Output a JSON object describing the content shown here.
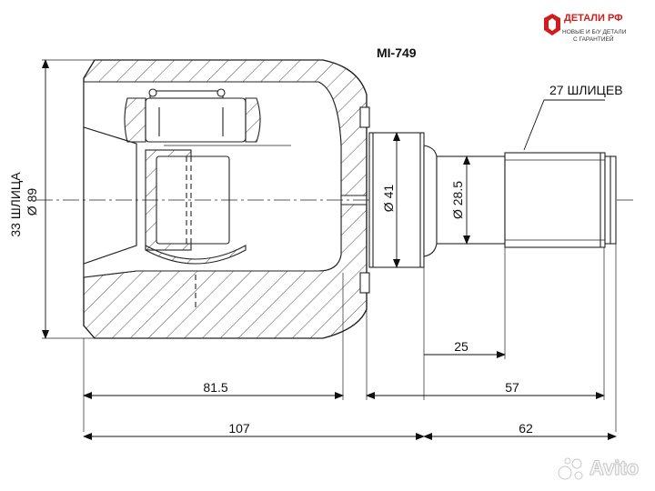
{
  "brand": {
    "name": "ДЕТАЛИ РФ",
    "tagline_1": "НОВЫЕ И Б/У ДЕТАЛИ",
    "tagline_2": "С ГАРАНТИЕЙ"
  },
  "part_number": "MI-749",
  "callouts": {
    "outer_splines": "33 ШЛИЦА",
    "inner_splines": "27 ШЛИЦЕВ"
  },
  "dimensions": {
    "body_diameter": "Ø 89",
    "neck_diameter": "Ø 41",
    "shaft_diameter": "Ø 28.5",
    "shaft_spline_length": "25",
    "body_length": "81.5",
    "shaft_length": "57",
    "total_length": "107",
    "stub_length": "62"
  },
  "watermark": {
    "text": "Avito"
  },
  "colors": {
    "brand_red": "#d01c1c",
    "line": "#222222"
  }
}
